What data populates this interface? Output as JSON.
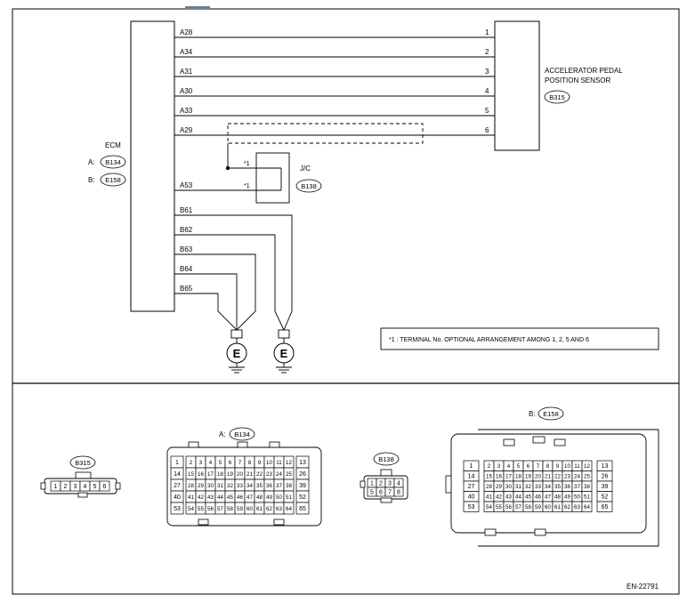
{
  "wiring": {
    "ecm_label": "ECM",
    "ecm_conn_a_prefix": "A:",
    "ecm_conn_a": "B134",
    "ecm_conn_b_prefix": "B:",
    "ecm_conn_b": "E158",
    "sensor_title_line1": "ACCELERATOR PEDAL",
    "sensor_title_line2": "POSITION SENSOR",
    "sensor_conn": "B315",
    "jc_label": "J/C",
    "jc_conn": "B138",
    "star_mark": "*1",
    "ground_symbol": "E",
    "a_terminals": [
      "A28",
      "A34",
      "A31",
      "A30",
      "A33",
      "A29"
    ],
    "sensor_pins": [
      "1",
      "2",
      "3",
      "4",
      "5",
      "6"
    ],
    "a53_label": "A53",
    "b_terminals": [
      "B61",
      "B62",
      "B63",
      "B64",
      "B65"
    ],
    "note_text": "*1 : TERMINAL No. OPTIONAL ARRANGEMENT AMONG 1, 2, 5 AND 6"
  },
  "connectors": {
    "b315_label": "B315",
    "b315_pins": [
      "1",
      "2",
      "3",
      "4",
      "5",
      "6"
    ],
    "a_b134_prefix": "A:",
    "a_b134_label": "B134",
    "b138_label": "B138",
    "b138_pins": [
      "1",
      "2",
      "3",
      "4",
      "5",
      "6",
      "7",
      "8"
    ],
    "b_e158_prefix": "B:",
    "b_e158_label": "E158",
    "grid_rows": [
      [
        "1",
        "2",
        "3",
        "4",
        "5",
        "6",
        "7",
        "8",
        "9",
        "10",
        "11",
        "12",
        "13"
      ],
      [
        "14",
        "15",
        "16",
        "17",
        "18",
        "19",
        "20",
        "21",
        "22",
        "23",
        "24",
        "25",
        "26"
      ],
      [
        "27",
        "28",
        "29",
        "30",
        "31",
        "32",
        "33",
        "34",
        "35",
        "36",
        "37",
        "38",
        "39"
      ],
      [
        "40",
        "41",
        "42",
        "43",
        "44",
        "45",
        "46",
        "47",
        "48",
        "49",
        "50",
        "51",
        "52"
      ],
      [
        "53",
        "54",
        "55",
        "56",
        "57",
        "58",
        "59",
        "60",
        "61",
        "62",
        "63",
        "64",
        "65"
      ]
    ]
  },
  "figure_id": "EN-22791"
}
